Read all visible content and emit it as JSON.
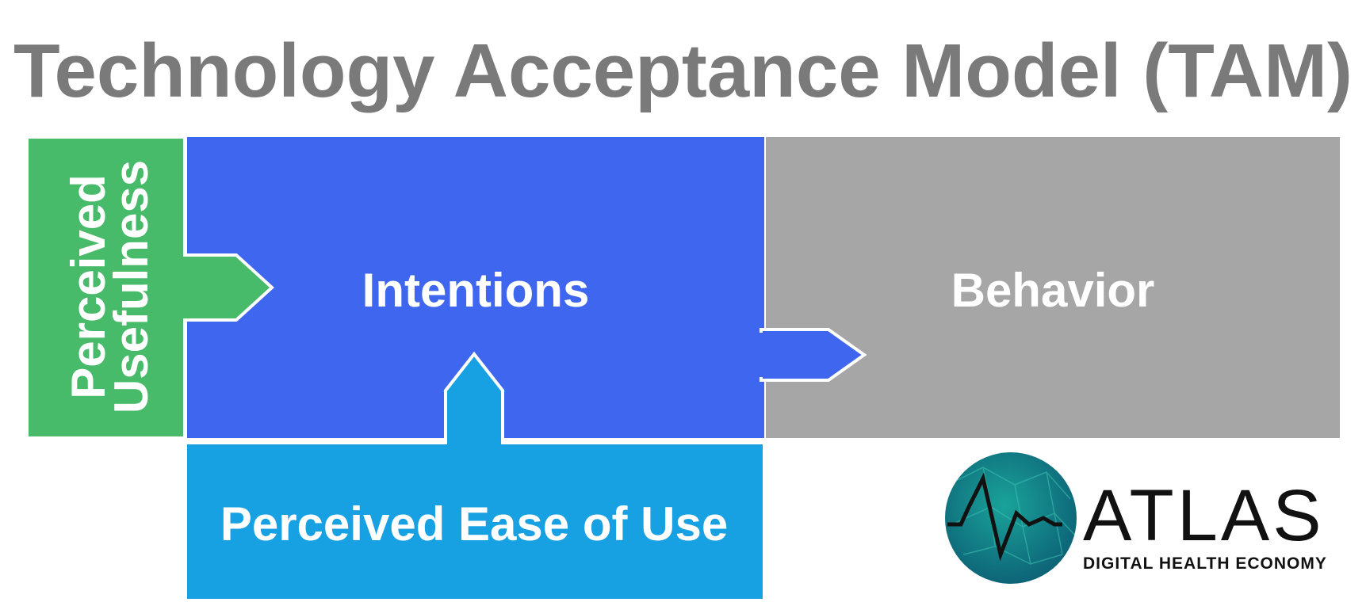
{
  "title": "Technology Acceptance Model (TAM)",
  "boxes": {
    "perceived_usefulness": {
      "label_line1": "Perceived",
      "label_line2": "Usefulness",
      "color": "#47bb6a"
    },
    "intentions": {
      "label": "Intentions",
      "color": "#3f66ef"
    },
    "behavior": {
      "label": "Behavior",
      "color": "#a6a6a6"
    },
    "perceived_ease_of_use": {
      "label": "Perceived Ease of Use",
      "color": "#17a1e3"
    }
  },
  "logo": {
    "word": "ATLAS",
    "tagline": "DIGITAL HEALTH ECONOMY",
    "circle_color": "#0f7f86"
  },
  "colors": {
    "title": "#7a7a7a",
    "text_on_boxes": "#ffffff"
  }
}
